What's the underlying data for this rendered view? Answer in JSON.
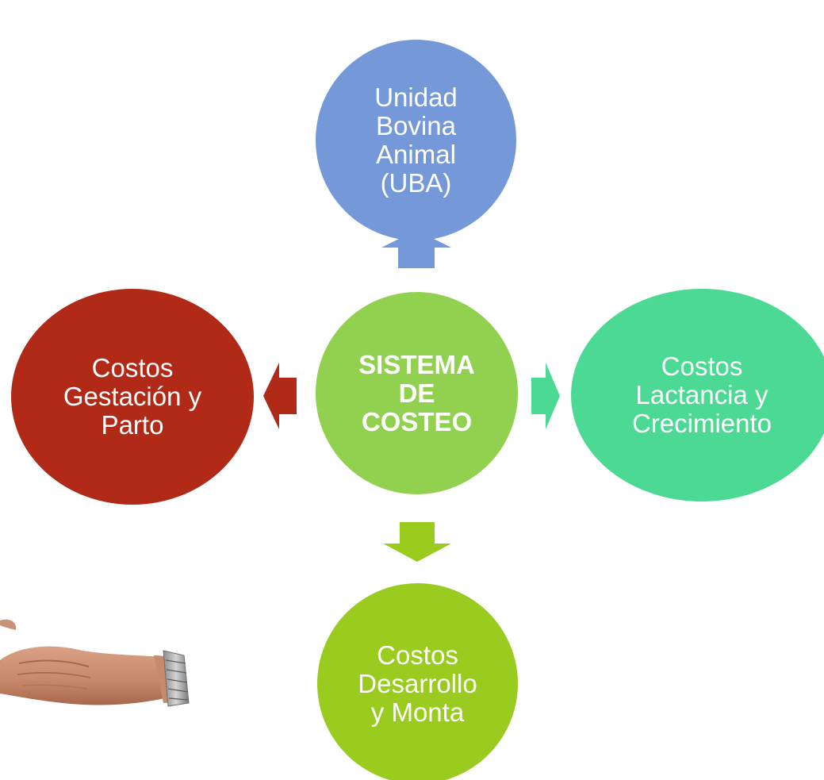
{
  "diagram": {
    "center": {
      "label": "SISTEMA\nDE\nCOSTEO",
      "color": "#92d050"
    },
    "top": {
      "label": "Unidad\nBovina\nAnimal\n(UBA)",
      "color": "#7599d8"
    },
    "left": {
      "label": "Costos\nGestación y\nParto",
      "color": "#b12a17"
    },
    "right": {
      "label": "Costos\nLactancia y\nCrecimiento",
      "color": "#4cd993"
    },
    "bottom": {
      "label": "Costos\nDesarrollo\ny Monta",
      "color": "#99cc1f"
    }
  },
  "decoration": {
    "image": "hand-photo"
  }
}
